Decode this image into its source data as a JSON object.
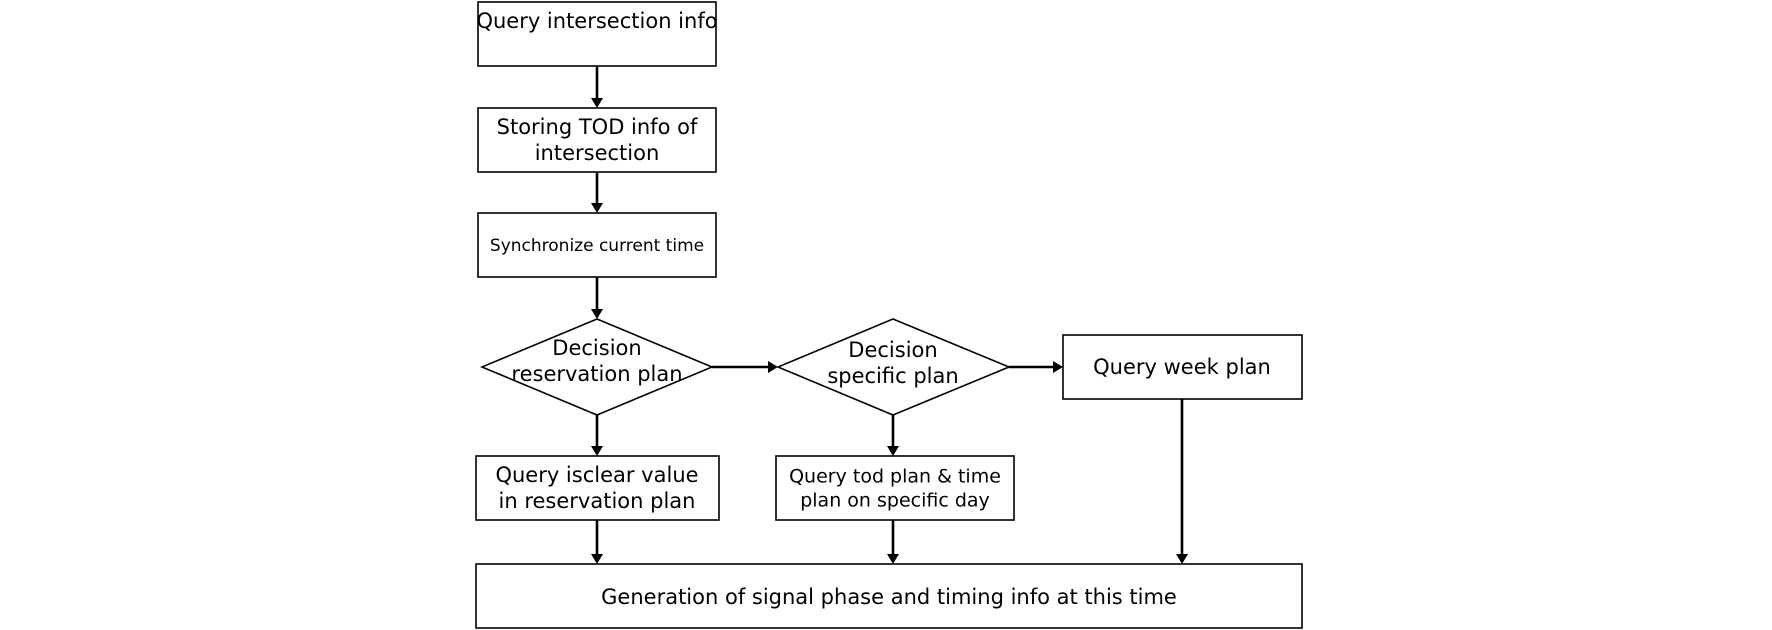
{
  "diagram": {
    "nodes": {
      "query_intersection": {
        "lines": [
          "Query intersection info"
        ]
      },
      "storing_tod": {
        "lines": [
          "Storing TOD info of",
          "intersection"
        ]
      },
      "sync_time": {
        "lines": [
          "Synchronize current time"
        ]
      },
      "decision_reservation": {
        "lines": [
          "Decision",
          "reservation plan"
        ]
      },
      "decision_specific": {
        "lines": [
          "Decision",
          "specific plan"
        ]
      },
      "query_week": {
        "lines": [
          "Query week plan"
        ]
      },
      "query_isclear": {
        "lines": [
          "Query isclear value",
          "in reservation plan"
        ]
      },
      "query_tod_plan": {
        "lines": [
          "Query tod plan & time",
          "plan on specific day"
        ]
      },
      "generation": {
        "lines": [
          "Generation of signal phase and timing info at this time"
        ]
      }
    },
    "edges": [
      {
        "from": "query_intersection",
        "to": "storing_tod"
      },
      {
        "from": "storing_tod",
        "to": "sync_time"
      },
      {
        "from": "sync_time",
        "to": "decision_reservation"
      },
      {
        "from": "decision_reservation",
        "to": "decision_specific"
      },
      {
        "from": "decision_specific",
        "to": "query_week"
      },
      {
        "from": "decision_reservation",
        "to": "query_isclear"
      },
      {
        "from": "decision_specific",
        "to": "query_tod_plan"
      },
      {
        "from": "query_isclear",
        "to": "generation"
      },
      {
        "from": "query_tod_plan",
        "to": "generation"
      },
      {
        "from": "query_week",
        "to": "generation"
      }
    ]
  }
}
